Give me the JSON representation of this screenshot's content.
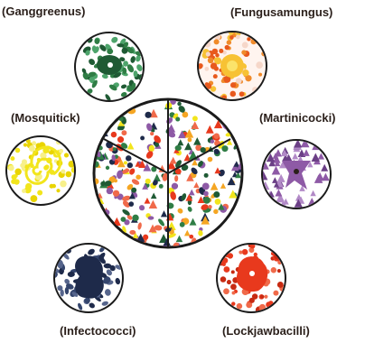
{
  "labels": {
    "ganggreenus": "(Ganggreenus)",
    "fungusamungus": "(Fungusamungus)",
    "mosquitick": "(Mosquitick)",
    "martinicocki": "(Martinicocki)",
    "infectococci": "(Infectococci)",
    "lockjawbacilli": "(Lockjawbacilli)"
  },
  "colors": {
    "ganggreenus": "#1f5a34",
    "fungusamungus": "#f5a623",
    "mosquitick": "#f2e51c",
    "martinicocki": "#8e5aa6",
    "infectococci": "#1e2a4a",
    "lockjawbacilli": "#e8391d"
  }
}
